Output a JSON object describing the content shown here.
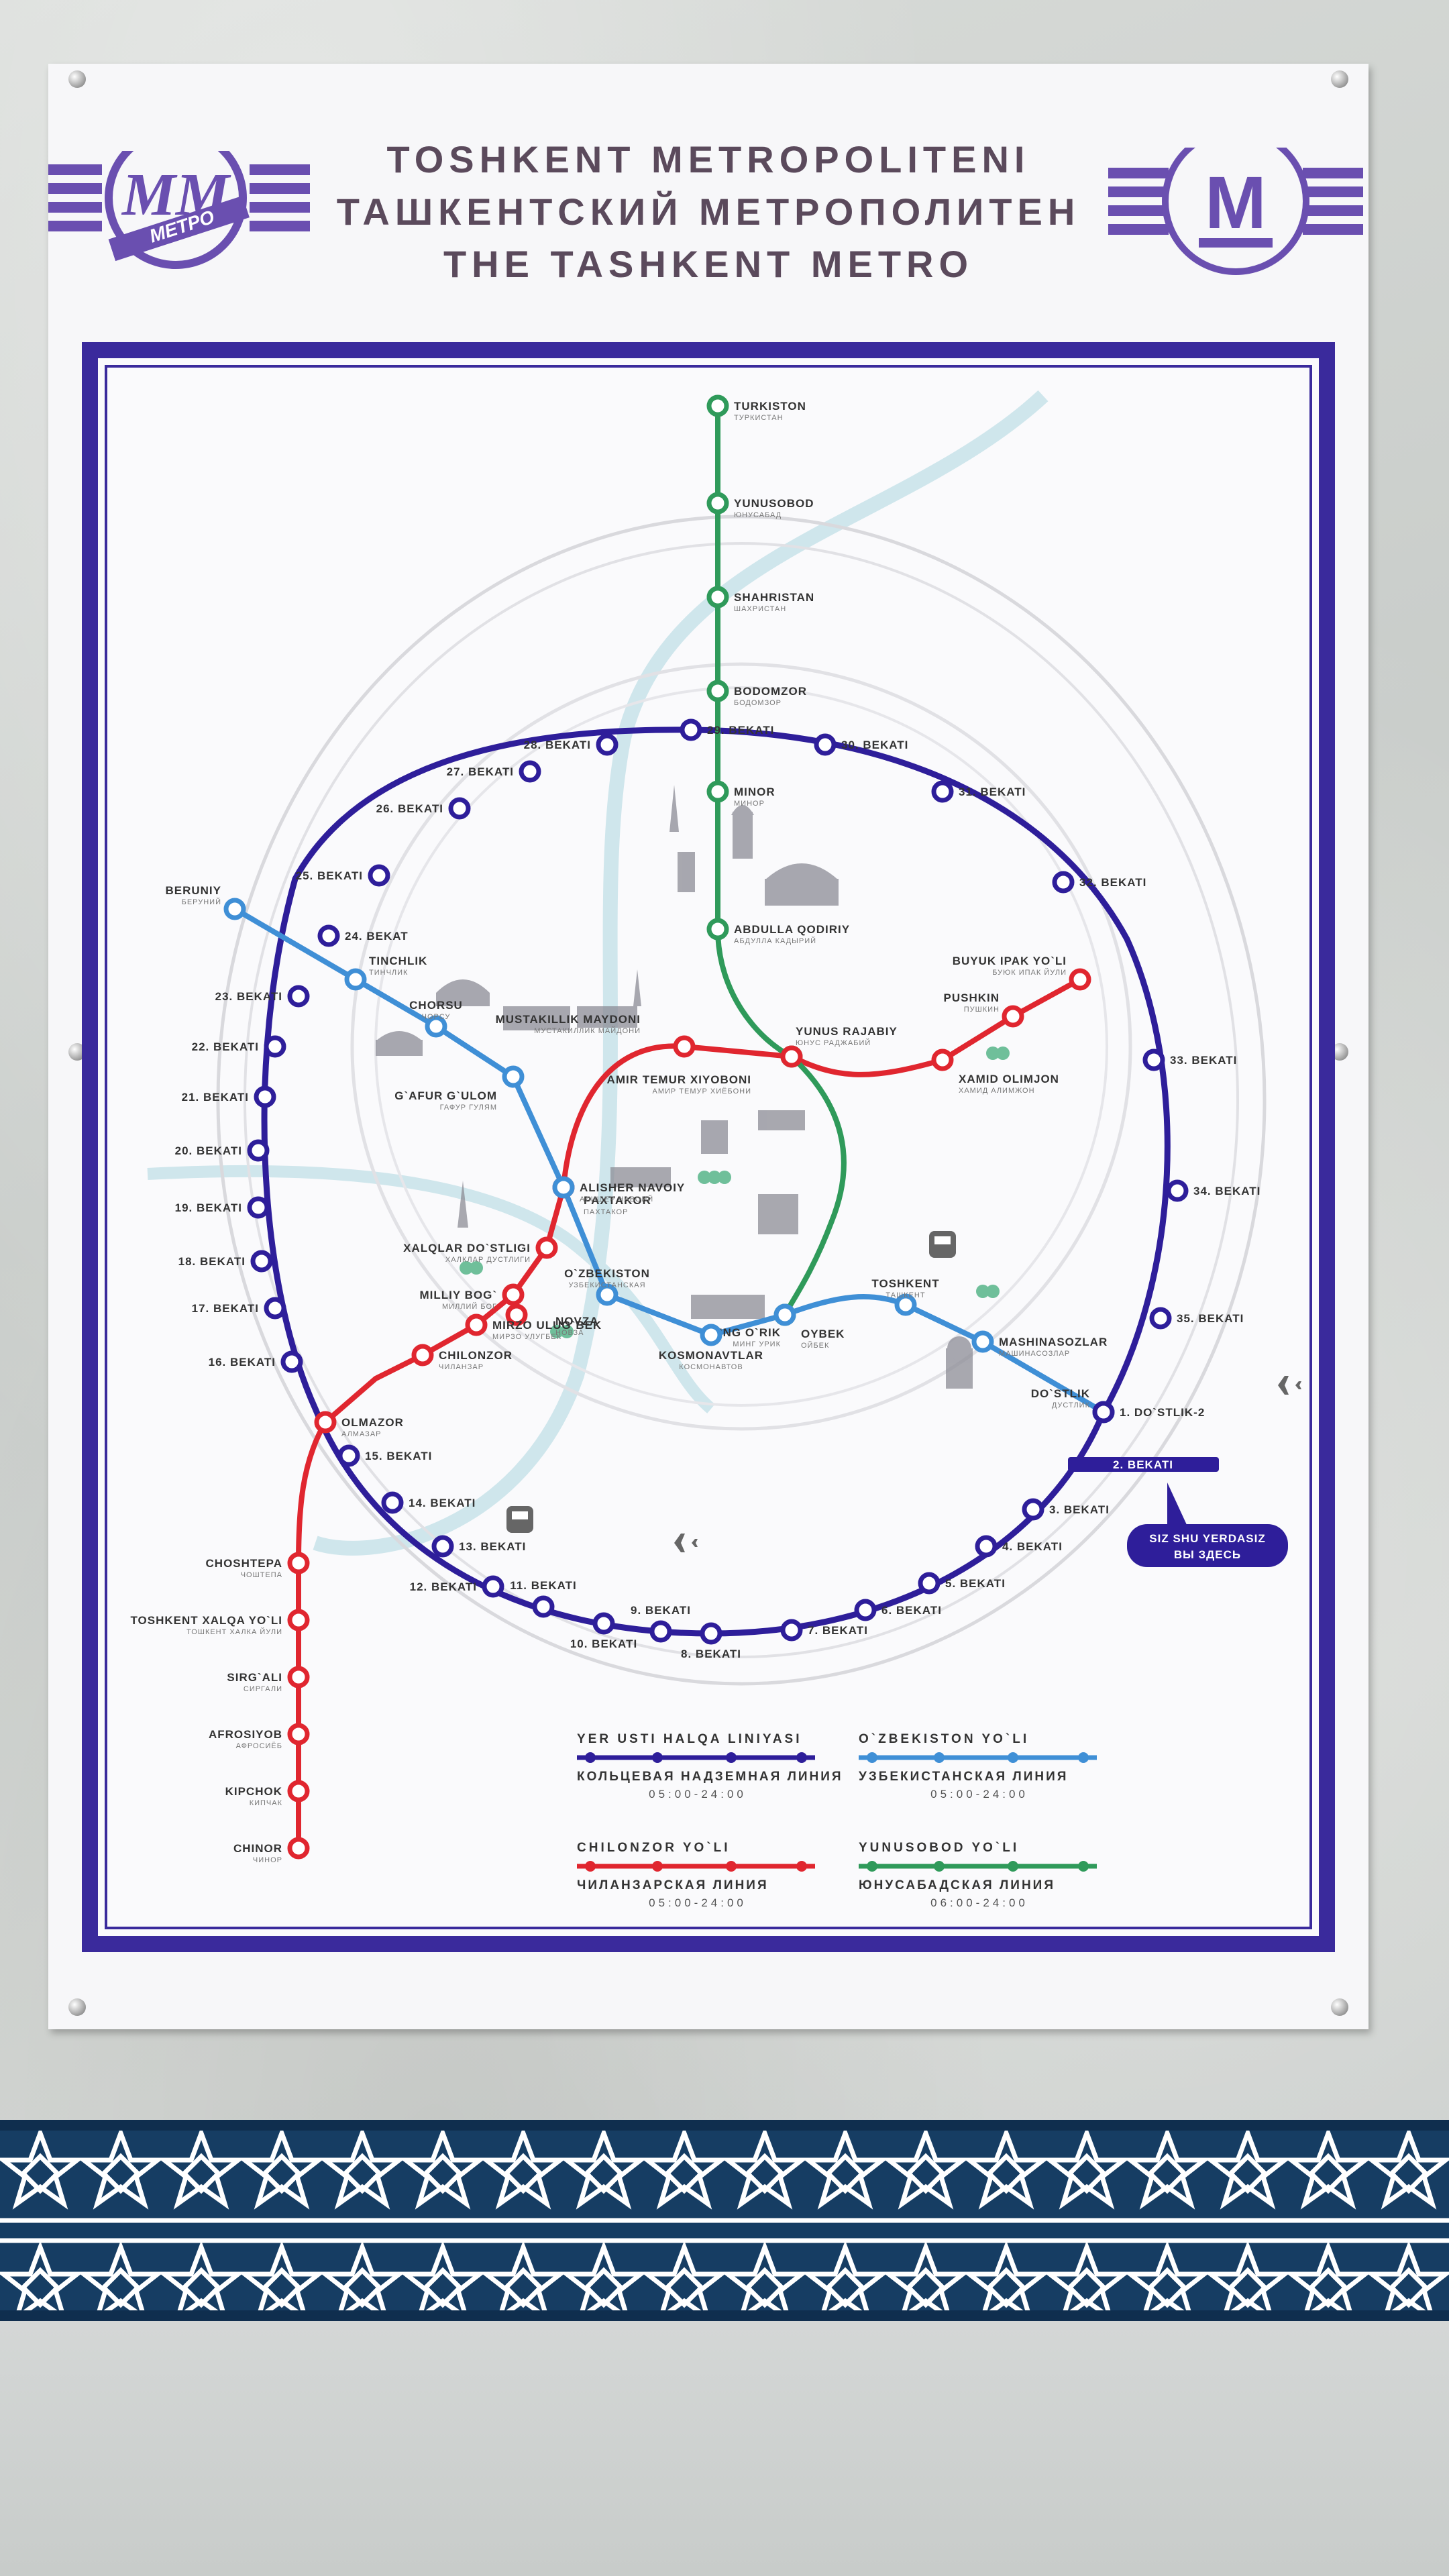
{
  "titles": {
    "uz": "TOSHKENT METROPOLITENI",
    "ru": "ТАШКЕНТСКИЙ МЕТРОПОЛИТЕН",
    "en": "THE TASHKENT METRO"
  },
  "logos": {
    "left_text": "МЕТРО",
    "right_letter": "М"
  },
  "colors": {
    "ring": "#2e1e9a",
    "uzbekiston": "#3f8fd6",
    "chilonzor": "#e0262f",
    "yunusobod": "#2f9a5a",
    "frame": "#3a2a9c",
    "header_text": "#5b4a5c",
    "logo": "#6a4fb0"
  },
  "you_are_here": {
    "station": "2. BEKATI",
    "line1": "SIZ SHU YERDASIZ",
    "line2": "ВЫ ЗДЕСЬ"
  },
  "legend": [
    {
      "title": "YER USTI HALQA LINIYASI",
      "sub": "КОЛЬЦЕВАЯ НАДЗЕМНАЯ ЛИНИЯ",
      "hours": "05:00-24:00",
      "color": "#2e1e9a"
    },
    {
      "title": "O`ZBEKISTON YO`LI",
      "sub": "УЗБЕКИСТАНСКАЯ ЛИНИЯ",
      "hours": "05:00-24:00",
      "color": "#3f8fd6"
    },
    {
      "title": "CHILONZOR YO`LI",
      "sub": "ЧИЛАНЗАРСКАЯ ЛИНИЯ",
      "hours": "05:00-24:00",
      "color": "#e0262f"
    },
    {
      "title": "YUNUSOBOD YO`LI",
      "sub": "ЮНУСАБАДСКАЯ ЛИНИЯ",
      "hours": "06:00-24:00",
      "color": "#2f9a5a"
    }
  ],
  "stations": {
    "green": [
      {
        "name": "TURKISTON",
        "sub": "ТУРКИСТАН"
      },
      {
        "name": "YUNUSOBOD",
        "sub": "ЮНУСАБАД"
      },
      {
        "name": "SHAHRISTAN",
        "sub": "ШАХРИСТАН"
      },
      {
        "name": "BODOMZOR",
        "sub": "БОДОМЗОР"
      },
      {
        "name": "MINOR",
        "sub": "МИНОР"
      },
      {
        "name": "ABDULLA QODIRIY",
        "sub": "АБДУЛЛА КАДЫРИЙ"
      },
      {
        "name": "YUNUS RAJABIY",
        "sub": "ЮНУС РАДЖАБИЙ"
      },
      {
        "name": "MING O`RIK",
        "sub": "МИНГ УРИК"
      }
    ],
    "red": [
      {
        "name": "BUYUK IPAK YO`LI",
        "sub": "БУЮК ИПАК ЙУЛИ"
      },
      {
        "name": "PUSHKIN",
        "sub": "ПУШКИН"
      },
      {
        "name": "XAMID OLIMJON",
        "sub": "ХАМИД АЛИМЖОН"
      },
      {
        "name": "AMIR TEMUR XIYOBONI",
        "sub": "АМИР ТЕМУР ХИЁБОНИ"
      },
      {
        "name": "MUSTAKILLIK MAYDONI",
        "sub": "МУСТАКИЛЛИК МАЙДОНИ"
      },
      {
        "name": "PAXTAKOR",
        "sub": "ПАХТАКОР"
      },
      {
        "name": "XALQLAR DO`STLIGI",
        "sub": "ХАЛКЛАР ДУСТЛИГИ"
      },
      {
        "name": "MILLIY BOG`",
        "sub": "МИЛЛИЙ БОГ"
      },
      {
        "name": "NOVZA",
        "sub": "НОВЗА"
      },
      {
        "name": "MIRZO ULUG`BEK",
        "sub": "МИРЗО УЛУГБЕК"
      },
      {
        "name": "CHILONZOR",
        "sub": "ЧИЛАНЗАР"
      },
      {
        "name": "OLMAZOR",
        "sub": "АЛМАЗАР"
      },
      {
        "name": "CHOSHTEPA",
        "sub": "ЧОШТЕПА"
      },
      {
        "name": "TOSHKENT XALQA YO`LI",
        "sub": "ТОШКЕНТ ХАЛКА ЙУЛИ"
      },
      {
        "name": "SIRG`ALI",
        "sub": "СИРГАЛИ"
      },
      {
        "name": "AFROSIYOB",
        "sub": "АФРОСИЁБ"
      },
      {
        "name": "KIPCHOK",
        "sub": "КИПЧАК"
      },
      {
        "name": "CHINOR",
        "sub": "ЧИНОР"
      }
    ],
    "blue": [
      {
        "name": "BERUNIY",
        "sub": "БЕРУНИЙ"
      },
      {
        "name": "TINCHLIK",
        "sub": "ТИНЧЛИК"
      },
      {
        "name": "CHORSU",
        "sub": "ЧОРСУ"
      },
      {
        "name": "G`AFUR G`ULOM",
        "sub": "ГАФУР ГУЛЯМ"
      },
      {
        "name": "ALISHER NAVOIY",
        "sub": "АЛИШЕР НАВОИЙ"
      },
      {
        "name": "O`ZBEKISTON",
        "sub": "УЗБЕКИСТАНСКАЯ"
      },
      {
        "name": "KOSMONAVTLAR",
        "sub": "КОСМОНАВТОВ"
      },
      {
        "name": "OYBEK",
        "sub": "ОЙБЕК"
      },
      {
        "name": "TOSHKENT",
        "sub": "ТАШКЕНТ"
      },
      {
        "name": "MASHINASOZLAR",
        "sub": "МАШИНАСОЗЛАР"
      },
      {
        "name": "DO`STLIK",
        "sub": "ДУСТЛИК"
      }
    ],
    "ring": [
      {
        "name": "1. DO`STLIK-2"
      },
      {
        "name": "3. BEKATI"
      },
      {
        "name": "4. BEKATI"
      },
      {
        "name": "5. BEKATI"
      },
      {
        "name": "6. BEKATI"
      },
      {
        "name": "7. BEKATI"
      },
      {
        "name": "8. BEKATI"
      },
      {
        "name": "9. BEKATI"
      },
      {
        "name": "10. BEKATI"
      },
      {
        "name": "11. BEKATI"
      },
      {
        "name": "12. BEKATI"
      },
      {
        "name": "13. BEKATI"
      },
      {
        "name": "14. BEKATI"
      },
      {
        "name": "15. BEKATI"
      },
      {
        "name": "16. BEKATI"
      },
      {
        "name": "17. BEKATI"
      },
      {
        "name": "18. BEKATI"
      },
      {
        "name": "19. BEKATI"
      },
      {
        "name": "20. BEKATI"
      },
      {
        "name": "21. BEKATI"
      },
      {
        "name": "22. BEKATI"
      },
      {
        "name": "23. BEKATI"
      },
      {
        "name": "24. BEKAT"
      },
      {
        "name": "25. BEKATI"
      },
      {
        "name": "26. BEKATI"
      },
      {
        "name": "27. BEKATI"
      },
      {
        "name": "28. BEKATI"
      },
      {
        "name": "29. BEKATI"
      },
      {
        "name": "30. BEKATI"
      },
      {
        "name": "31. BEKATI"
      },
      {
        "name": "32. BEKATI"
      },
      {
        "name": "33. BEKATI"
      },
      {
        "name": "34. BEKATI"
      },
      {
        "name": "35. BEKATI"
      }
    ]
  },
  "icons": [
    "airplane-icon",
    "train-icon",
    "park-icon",
    "tower-icon",
    "building-icon"
  ]
}
